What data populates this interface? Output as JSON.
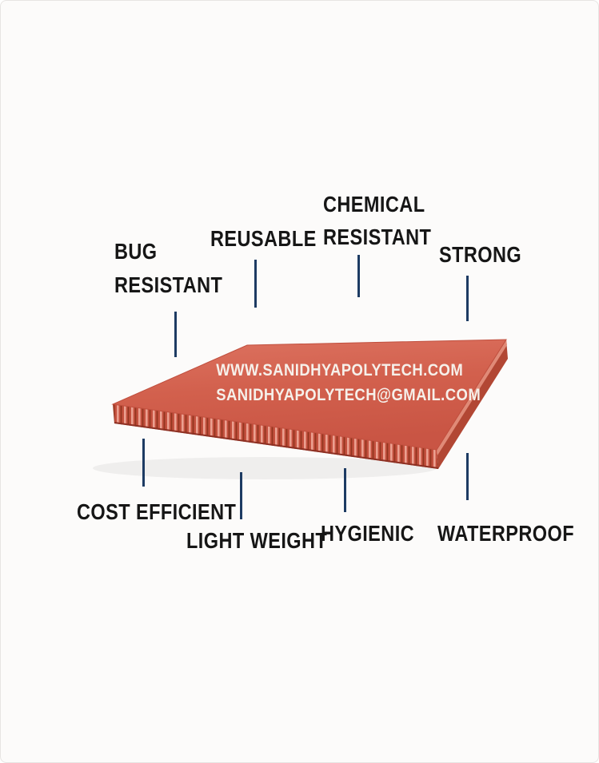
{
  "colors": {
    "background": "#fcfbfa",
    "connector_line": "#1d3b63",
    "label_text": "#161616",
    "sheet_top": "#d2604d",
    "sheet_front": "#c4503e",
    "sheet_side": "#b24734",
    "flute_highlight": "#eba090",
    "flute_shadow": "#93351f",
    "overlay_text": "#f6f0ea"
  },
  "features": {
    "bug": {
      "line1": "BUG",
      "line2": "RESISTANT"
    },
    "reusable": {
      "line1": "REUSABLE"
    },
    "chemical": {
      "line1": "CHEMICAL",
      "line2": "RESISTANT"
    },
    "strong": {
      "line1": "STRONG"
    },
    "cost": {
      "line1": "COST EFFICIENT"
    },
    "light": {
      "line1": "LIGHT WEIGHT"
    },
    "hygienic": {
      "line1": "HYGIENIC"
    },
    "waterproof": {
      "line1": "WATERPROOF"
    }
  },
  "overlay": {
    "website": "WWW.SANIDHYAPOLYTECH.COM",
    "email": "SANIDHYAPOLYTECH@GMAIL.COM"
  }
}
